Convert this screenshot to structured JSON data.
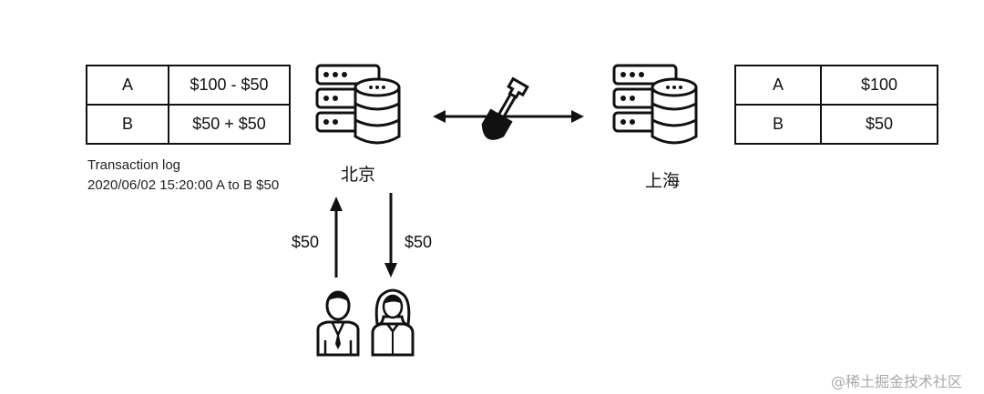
{
  "beijing_ledger": {
    "rows": [
      {
        "account": "A",
        "value": "$100 - $50"
      },
      {
        "account": "B",
        "value": "$50 + $50"
      }
    ]
  },
  "shanghai_ledger": {
    "rows": [
      {
        "account": "A",
        "value": "$100"
      },
      {
        "account": "B",
        "value": "$50"
      }
    ]
  },
  "transaction_log": {
    "title": "Transaction log",
    "entry": "2020/06/02 15:20:00 A to B $50"
  },
  "datacenters": {
    "left": "北京",
    "right": "上海"
  },
  "transfers": {
    "up_amount": "$50",
    "down_amount": "$50"
  },
  "watermark": "@稀土掘金技术社区",
  "icons": [
    "server-icon",
    "shovel-icon",
    "man-icon",
    "woman-icon"
  ]
}
